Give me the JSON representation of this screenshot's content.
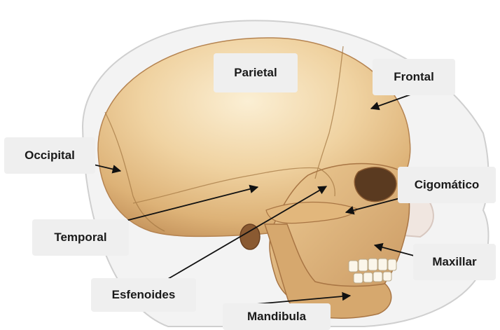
{
  "labels": {
    "parietal": "Parietal",
    "frontal": "Frontal",
    "occipital": "Occipital",
    "cigomatico": "Cigomático",
    "temporal": "Temporal",
    "maxillar": "Maxillar",
    "esfenoides": "Esfenoides",
    "mandibula": "Mandibula"
  },
  "colors": {
    "bone_light": "#f6e0b8",
    "bone_mid": "#e6be86",
    "bone_dark": "#b9874f",
    "skin_outline": "#cfcfcf",
    "label_bg": "#efefef",
    "arrow": "#111111"
  }
}
